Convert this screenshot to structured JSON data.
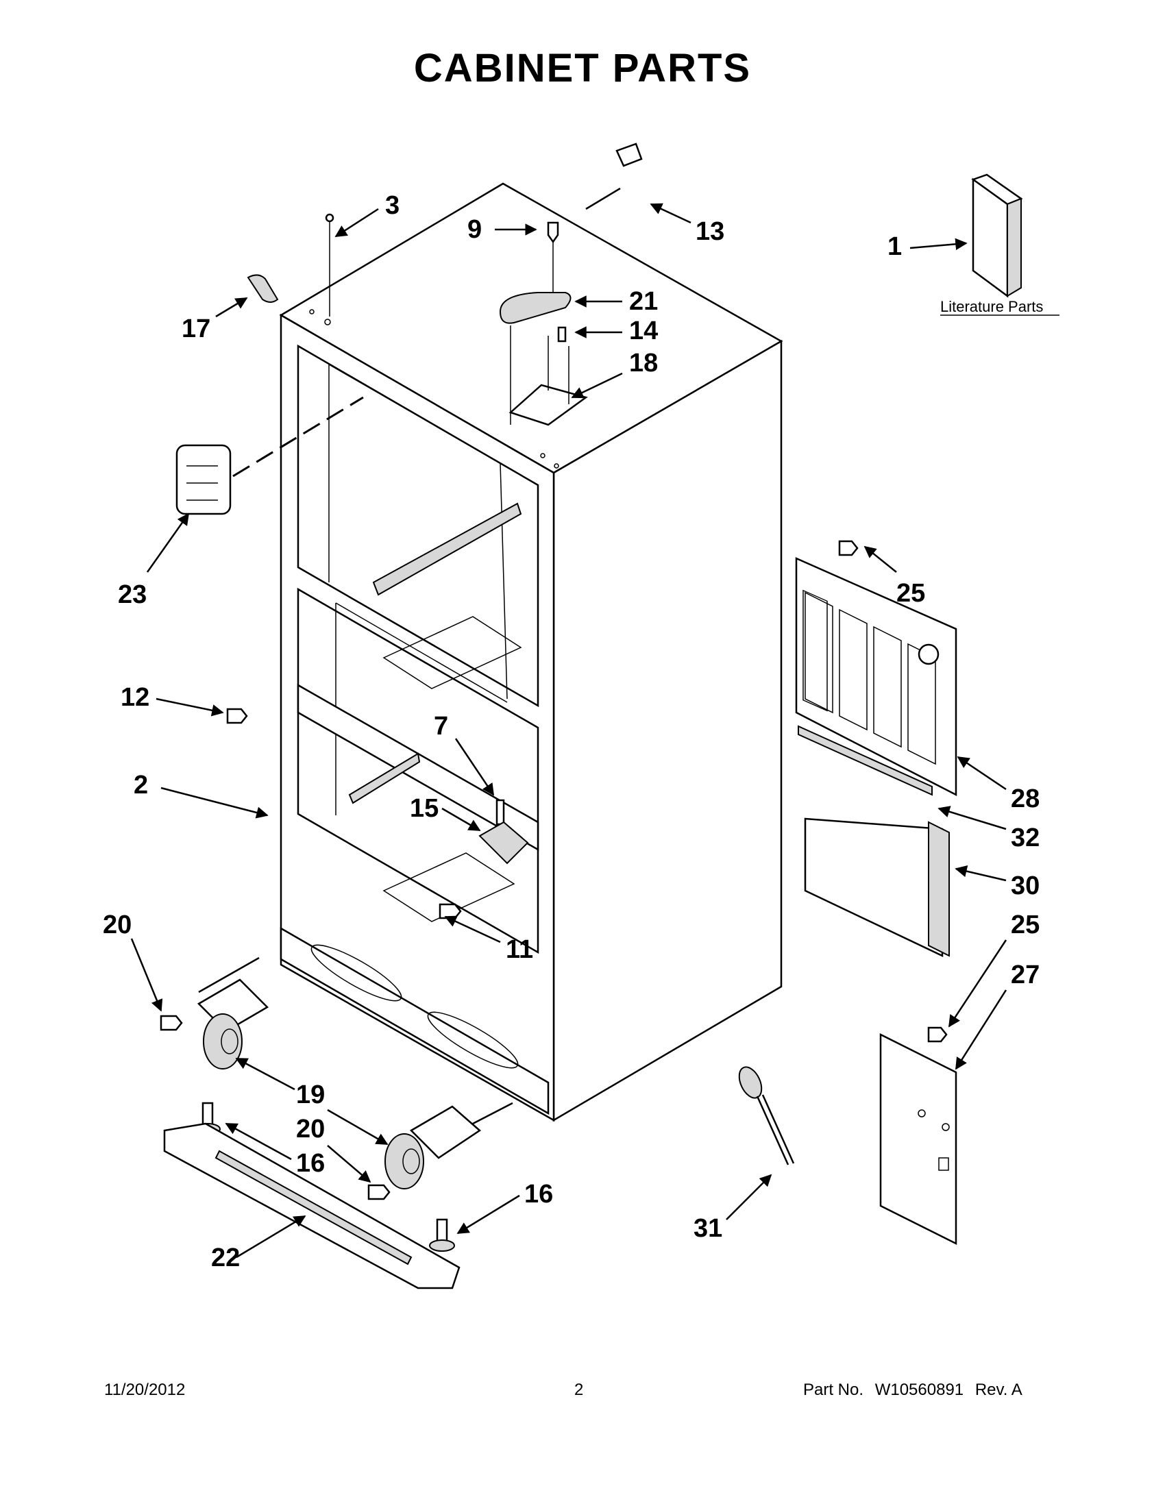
{
  "title": "CABINET PARTS",
  "literature_label": "Literature Parts",
  "callouts": {
    "c1": "1",
    "c2": "2",
    "c3": "3",
    "c7": "7",
    "c9": "9",
    "c11": "11",
    "c12": "12",
    "c13": "13",
    "c14": "14",
    "c15": "15",
    "c16a": "16",
    "c16b": "16",
    "c17": "17",
    "c18": "18",
    "c19": "19",
    "c20a": "20",
    "c20b": "20",
    "c21": "21",
    "c22": "22",
    "c23": "23",
    "c25a": "25",
    "c25b": "25",
    "c27": "27",
    "c28": "28",
    "c30": "30",
    "c31": "31",
    "c32": "32"
  },
  "footer": {
    "date": "11/20/2012",
    "page": "2",
    "part_label": "Part No.",
    "part_number": "W10560891",
    "revision": "Rev.  A"
  }
}
